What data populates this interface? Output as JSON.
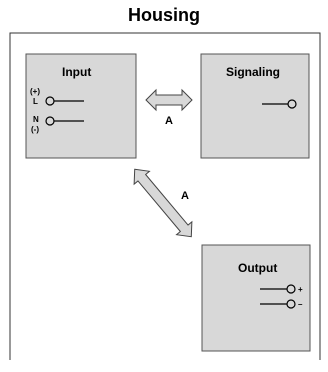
{
  "title": "Housing",
  "blocks": {
    "input": {
      "label": "Input",
      "plus": "(+)",
      "l": "L",
      "n": "N",
      "minus": "(-)"
    },
    "signaling": {
      "label": "Signaling"
    },
    "output": {
      "label": "Output",
      "plus": "+",
      "minus": "–"
    }
  },
  "arrows": {
    "horizontal_label": "A",
    "diagonal_label": "A"
  },
  "colors": {
    "block_fill": "#d8d8d8",
    "block_stroke": "#555555",
    "arrow_fill": "#d8d8d8",
    "frame_stroke": "#333333"
  }
}
